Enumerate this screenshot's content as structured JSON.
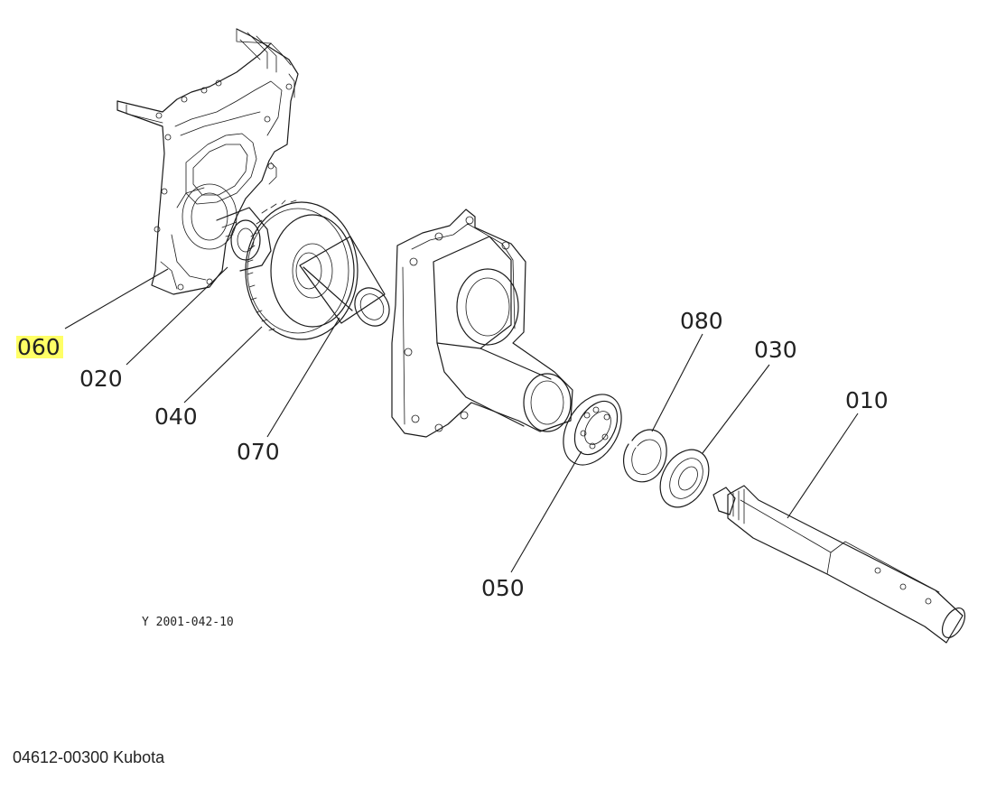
{
  "diagram": {
    "highlight_color": "#ffff66",
    "line_color": "#1a1a1a",
    "callouts": {
      "c060": "060",
      "c020": "020",
      "c040": "040",
      "c070": "070",
      "c080": "080",
      "c030": "030",
      "c010": "010",
      "c050": "050"
    },
    "reference_code": "Y 2001-042-10"
  },
  "caption": {
    "text": "04612-00300 Kubota"
  }
}
